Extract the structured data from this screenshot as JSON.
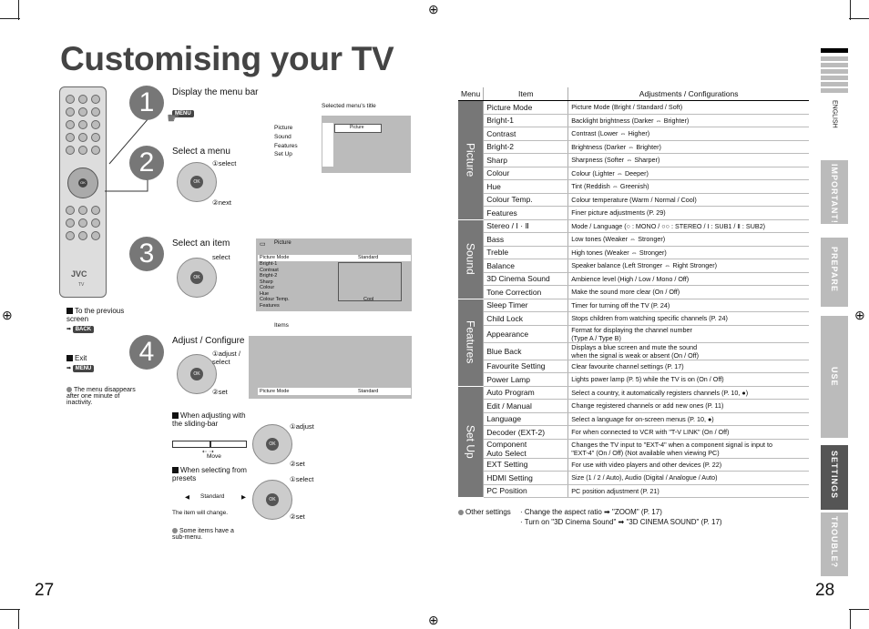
{
  "title": "Customising your TV",
  "page_left": "27",
  "page_right": "28",
  "remote_brand": "JVC",
  "remote_model": "TV",
  "steps": {
    "s1": {
      "num": "1",
      "heading": "Display the menu bar",
      "button": "MENU"
    },
    "s2": {
      "num": "2",
      "heading": "Select a menu",
      "sub1": "①select",
      "sub2": "②next"
    },
    "s3": {
      "num": "3",
      "heading": "Select an item",
      "sub1": "select"
    },
    "s4": {
      "num": "4",
      "heading": "Adjust / Configure",
      "sub1": "①adjust / select",
      "sub2": "②set"
    }
  },
  "screen1": {
    "caption": "Selected menu's title",
    "menus": [
      "Picture",
      "Sound",
      "Features",
      "Set Up"
    ],
    "title": "Picture"
  },
  "screen2": {
    "title": "Picture",
    "items": [
      "Picture Mode",
      "Bright-1",
      "Contrast",
      "Bright-2",
      "Sharp",
      "Colour",
      "Hue",
      "Colour Temp.",
      "Features"
    ],
    "value_standard": "Standard",
    "value_cool": "Cool",
    "caption": "Items"
  },
  "screen3": {
    "item": "Picture Mode",
    "value": "Standard"
  },
  "left_notes": {
    "prev": "To the previous screen",
    "back_btn": "BACK",
    "exit": "Exit",
    "menu_btn": "MENU",
    "disappear": "The menu disappears after one minute of inactivity."
  },
  "sliding": {
    "heading": "When adjusting with the sliding-bar",
    "move": "Move",
    "adjust": "①adjust",
    "set": "②set"
  },
  "presets": {
    "heading": "When selecting from presets",
    "value": "Standard",
    "note": "The item will change.",
    "select": "①select",
    "set": "②set"
  },
  "submenu_note": "Some items have a sub-menu.",
  "table": {
    "headers": [
      "Menu",
      "Item",
      "Adjustments / Configurations"
    ],
    "groups": [
      {
        "name": "Picture",
        "rows": [
          [
            "Picture Mode",
            "Picture Mode (Bright / Standard / Soft)"
          ],
          [
            "Bright-1",
            "Backlight brightness (Darker ⇔ Brighter)"
          ],
          [
            "Contrast",
            "Contrast (Lower ⇔ Higher)"
          ],
          [
            "Bright-2",
            "Brightness (Darker ⇔ Brighter)"
          ],
          [
            "Sharp",
            "Sharpness (Softer ⇔ Sharper)"
          ],
          [
            "Colour",
            "Colour (Lighter ⇔ Deeper)"
          ],
          [
            "Hue",
            "Tint (Reddish ⇔ Greenish)"
          ],
          [
            "Colour Temp.",
            "Colour temperature (Warm / Normal / Cool)"
          ],
          [
            "Features",
            "Finer picture adjustments (P. 29)"
          ]
        ]
      },
      {
        "name": "Sound",
        "rows": [
          [
            "Stereo / Ⅰ · Ⅱ",
            "Mode / Language (○ : MONO / ○○ : STEREO / Ⅰ : SUB1 / Ⅱ : SUB2)"
          ],
          [
            "Bass",
            "Low tones (Weaker ⇔ Stronger)"
          ],
          [
            "Treble",
            "High tones (Weaker ⇔ Stronger)"
          ],
          [
            "Balance",
            "Speaker balance (Left Stronger ⇔ Right Stronger)"
          ],
          [
            "3D Cinema Sound",
            "Ambience level (High / Low / Mono / Off)"
          ],
          [
            "Tone Correction",
            "Make the sound more clear (On / Off)"
          ]
        ]
      },
      {
        "name": "Features",
        "rows": [
          [
            "Sleep Timer",
            "Timer for turning off the TV (P. 24)"
          ],
          [
            "Child Lock",
            "Stops children from watching specific channels (P. 24)"
          ],
          [
            "Appearance",
            "Format for displaying the channel number\n(Type A / Type B)"
          ],
          [
            "Blue Back",
            "Displays a blue screen and mute the sound\nwhen the signal is weak or absent (On / Off)"
          ],
          [
            "Favourite Setting",
            "Clear favourite channel settings (P. 17)"
          ],
          [
            "Power Lamp",
            "Lights power lamp (P. 5) while the TV is on (On / Off)"
          ]
        ]
      },
      {
        "name": "Set Up",
        "rows": [
          [
            "Auto Program",
            "Select a country, it automatically registers channels (P. 10, ●)"
          ],
          [
            "Edit / Manual",
            "Change registered channels or add new ones (P. 11)"
          ],
          [
            "Language",
            "Select a language for on-screen menus (P. 10, ●)"
          ],
          [
            "Decoder (EXT-2)",
            "For when connected to VCR with \"T-V LINK\" (On / Off)"
          ],
          [
            "Component\nAuto Select",
            "Changes the TV input to \"EXT-4\" when a component signal is input to\n\"EXT-4\" (On / Off) (Not available when viewing PC)"
          ],
          [
            "EXT Setting",
            "For use with video players and other devices (P. 22)"
          ],
          [
            "HDMI Setting",
            "Size (1 / 2 / Auto), Audio (Digital / Analogue / Auto)"
          ],
          [
            "PC Position",
            "PC position adjustment (P. 21)"
          ]
        ]
      }
    ]
  },
  "other_settings": {
    "label": "Other settings",
    "line1": "· Change the aspect ratio ➡ \"ZOOM\" (P. 17)",
    "line2": "· Turn on \"3D Cinema Sound\" ➡ \"3D CINEMA SOUND\" (P. 17)"
  },
  "side_tabs": {
    "lang": "ENGLISH",
    "tabs": [
      "IMPORTANT!",
      "PREPARE",
      "USE",
      "SETTINGS",
      "TROUBLE?"
    ]
  }
}
